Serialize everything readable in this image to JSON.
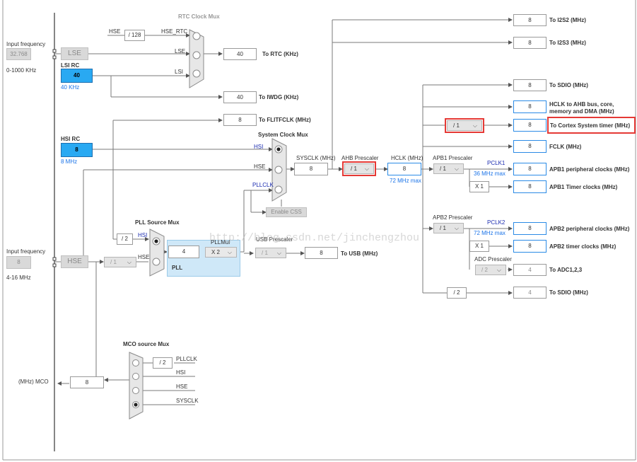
{
  "labels": {
    "rtc_mux": "RTC Clock Mux",
    "sysclk_mux": "System Clock Mux",
    "pll_source_mux": "PLL Source Mux",
    "mco_source_mux": "MCO source Mux",
    "input_freq_1": "Input frequency",
    "input_freq_2": "Input frequency",
    "lse_range": "0-1000 KHz",
    "hse_range": "4-16 MHz",
    "lsi_rc": "LSI RC",
    "lsi_khz": "40 KHz",
    "hsi_rc": "HSI RC",
    "hsi_mhz": "8 MHz",
    "sysclk_mhz": "SYSCLK (MHz)",
    "ahb_prescaler": "AHB Prescaler",
    "hclk_mhz": "HCLK (MHz)",
    "hclk_max": "72 MHz max",
    "apb1_prescaler": "APB1 Prescaler",
    "apb2_prescaler": "APB2 Prescaler",
    "pclk1": "PCLK1",
    "pclk1_max": "36 MHz max",
    "pclk2": "PCLK2",
    "pclk2_max": "72 MHz max",
    "adc_prescaler": "ADC Prescaler",
    "usb_prescaler": "USB Prescaler",
    "pllmul": "PLLMul",
    "pll": "PLL",
    "mco_out": "(MHz) MCO",
    "enable_css": "Enable CSS",
    "watermark": "http://blog.csdn.net/jinchengzhou"
  },
  "signals": {
    "hse": "HSE",
    "hse_rtc": "HSE_RTC",
    "lse": "LSE",
    "lsi": "LSI",
    "hsi": "HSI",
    "pllclk": "PLLCLK",
    "sysclk": "SYSCLK",
    "lse_osc": "LSE",
    "hse_osc": "HSE"
  },
  "values": {
    "lse_freq": "32.768",
    "hse_freq": "8",
    "lsi_val": "40",
    "hsi_val": "8",
    "rtc_div": "/ 128",
    "rtc_out": "40",
    "iwdg_out": "40",
    "flitf_out": "8",
    "sysclk": "8",
    "hclk": "8",
    "i2s2": "8",
    "i2s3": "8",
    "sdio1": "8",
    "ahb_bus": "8",
    "cortex_timer": "8",
    "fclk": "8",
    "apb1_periph": "8",
    "apb1_timer": "8",
    "apb2_periph": "8",
    "apb2_timer": "8",
    "adc": "4",
    "sdio2": "4",
    "usb": "8",
    "pll_in": "4",
    "mco": "8",
    "hsi_div2": "/ 2",
    "sdio_div2": "/ 2",
    "mco_pll_div2": "/ 2",
    "apb1_x1": "X 1",
    "apb2_x1": "X 1"
  },
  "selects": {
    "ahb": "/ 1",
    "cortex": "/ 1",
    "apb1": "/ 1",
    "apb2": "/ 1",
    "adc": "/ 2",
    "usb": "/ 1",
    "pll_hse_div": "/ 1",
    "pllmul": "X 2"
  },
  "outputs": {
    "i2s2": "To I2S2 (MHz)",
    "i2s3": "To I2S3 (MHz)",
    "rtc": "To RTC (KHz)",
    "iwdg": "To IWDG (KHz)",
    "flitf": "To FLITFCLK (MHz)",
    "sdio1": "To SDIO (MHz)",
    "ahb_bus_1": "HCLK to AHB bus, core,",
    "ahb_bus_2": "memory and DMA (MHz)",
    "cortex": "To Cortex System timer (MHz)",
    "fclk": "FCLK (MHz)",
    "apb1_periph": "APB1 peripheral clocks (MHz)",
    "apb1_timer": "APB1 Timer clocks (MHz)",
    "apb2_periph": "APB2 peripheral clocks (MHz)",
    "apb2_timer": "APB2 timer clocks (MHz)",
    "adc": "To ADC1,2,3",
    "sdio2": "To SDIO (MHz)",
    "usb": "To USB (MHz)"
  },
  "colors": {
    "line": "#6f6f6f",
    "accent_blue": "#2b8be6",
    "cyan_fill": "#29a9f2",
    "highlight_red": "#e53935"
  }
}
